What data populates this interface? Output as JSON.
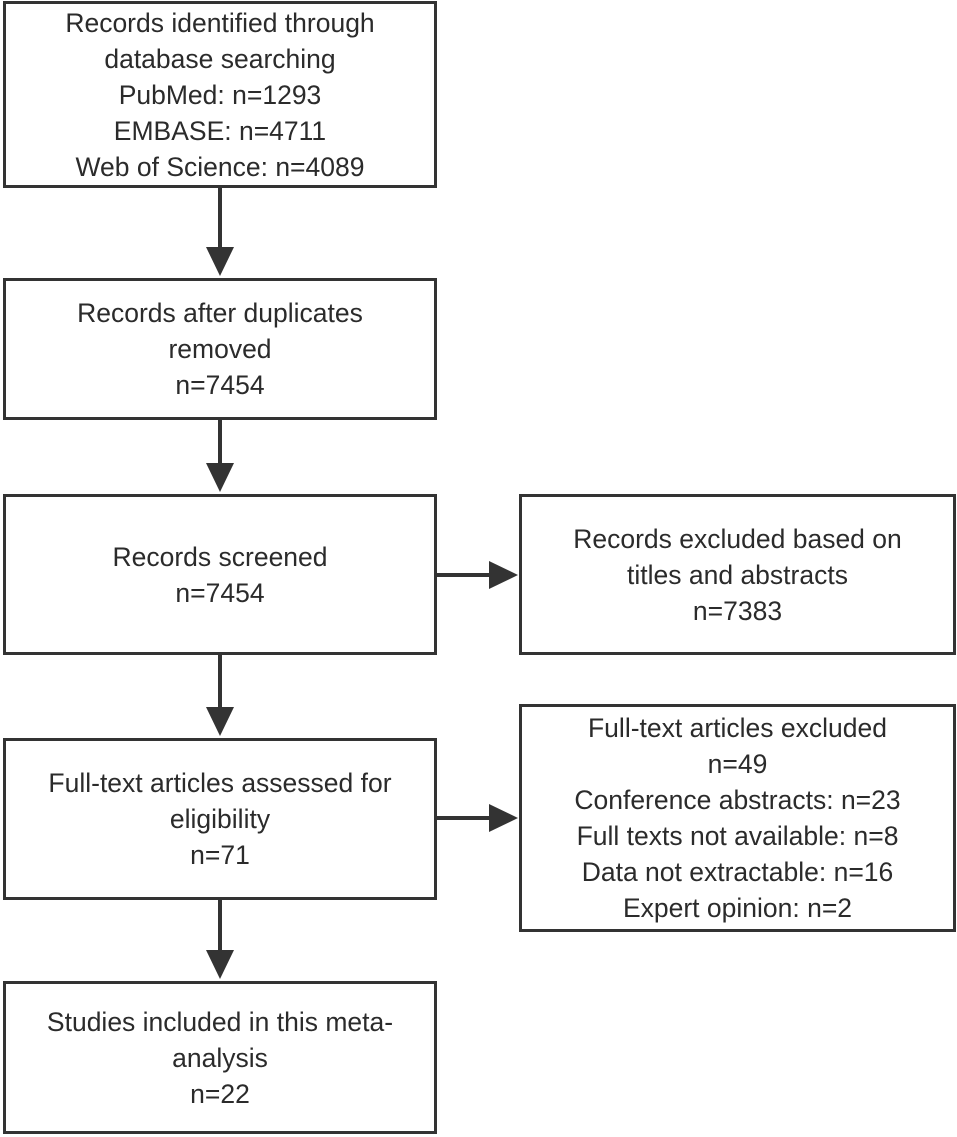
{
  "boxes": {
    "identified": {
      "lines": [
        "Records identified through",
        "database searching",
        "PubMed: n=1293",
        "EMBASE: n=4711",
        "Web of Science: n=4089"
      ]
    },
    "duplicates": {
      "lines": [
        "Records after duplicates",
        "removed",
        "n=7454"
      ]
    },
    "screened": {
      "lines": [
        "Records screened",
        "n=7454"
      ]
    },
    "excluded_titles": {
      "lines": [
        "Records excluded based on",
        "titles and abstracts",
        "n=7383"
      ]
    },
    "fulltext": {
      "lines": [
        "Full-text articles assessed for",
        "eligibility",
        "n=71"
      ]
    },
    "excluded_fulltext": {
      "lines": [
        "Full-text articles excluded",
        "n=49",
        "Conference abstracts: n=23",
        "Full texts not available: n=8",
        "Data not extractable: n=16",
        "Expert opinion: n=2"
      ]
    },
    "included": {
      "lines": [
        "Studies included in this meta-",
        "analysis",
        "n=22"
      ]
    }
  },
  "colors": {
    "border": "#333333",
    "text": "#2b2b2b",
    "background": "#ffffff"
  }
}
